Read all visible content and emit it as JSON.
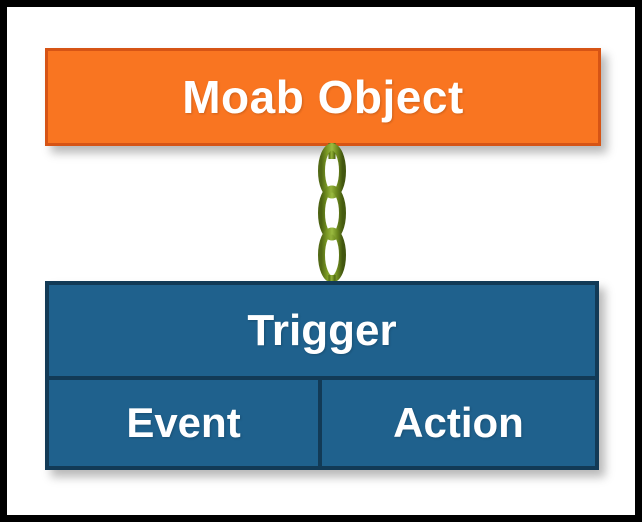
{
  "diagram": {
    "type": "hierarchy",
    "frame_color": "#000000",
    "background_color": "#FFFFFF",
    "nodes": [
      {
        "id": "moab-object",
        "label": "Moab Object",
        "fill": "#F97521",
        "border": "#D65415",
        "text_color": "#FFFFFF"
      },
      {
        "id": "trigger",
        "label": "Trigger",
        "fill": "#1F618D",
        "border": "#123A56",
        "text_color": "#FFFFFF",
        "children": [
          {
            "id": "event",
            "label": "Event"
          },
          {
            "id": "action",
            "label": "Action"
          }
        ]
      }
    ],
    "connector": {
      "id": "chain-connector",
      "kind": "chain-link",
      "from": "moab-object",
      "to": "trigger",
      "color": "#6E8B1E",
      "highlight": "#8FAE33",
      "shadow": "#4C6212",
      "link_count": 3
    }
  }
}
